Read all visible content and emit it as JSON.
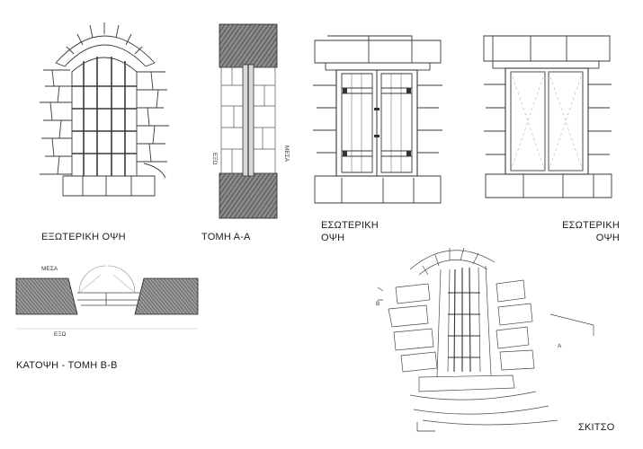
{
  "labels": {
    "exterior_view": "ΕΞΩΤΕΡΙΚΗ ΟΨΗ",
    "section_aa": "ΤΟΜΗ Α-Α",
    "interior_view_1_line1": "ΕΣΩΤΕΡΙΚΗ",
    "interior_view_1_line2": "ΟΨΗ",
    "interior_view_2_line1": "ΕΣΩΤΕΡΙΚΗ",
    "interior_view_2_line2": "ΟΨΗ",
    "plan_section_bb": "ΚΑΤΟΨΗ - ΤΟΜΗ Β-Β",
    "sketch": "ΣΚΙΤΣΟ"
  },
  "annotations": {
    "section_outside": "ΕΞΩ",
    "section_inside": "ΜΕΣΑ",
    "plan_inside": "ΜΕΣΑ",
    "plan_outside": "ΕΞΩ",
    "sketch_marker_a": "Α",
    "sketch_marker_b": "Β"
  }
}
